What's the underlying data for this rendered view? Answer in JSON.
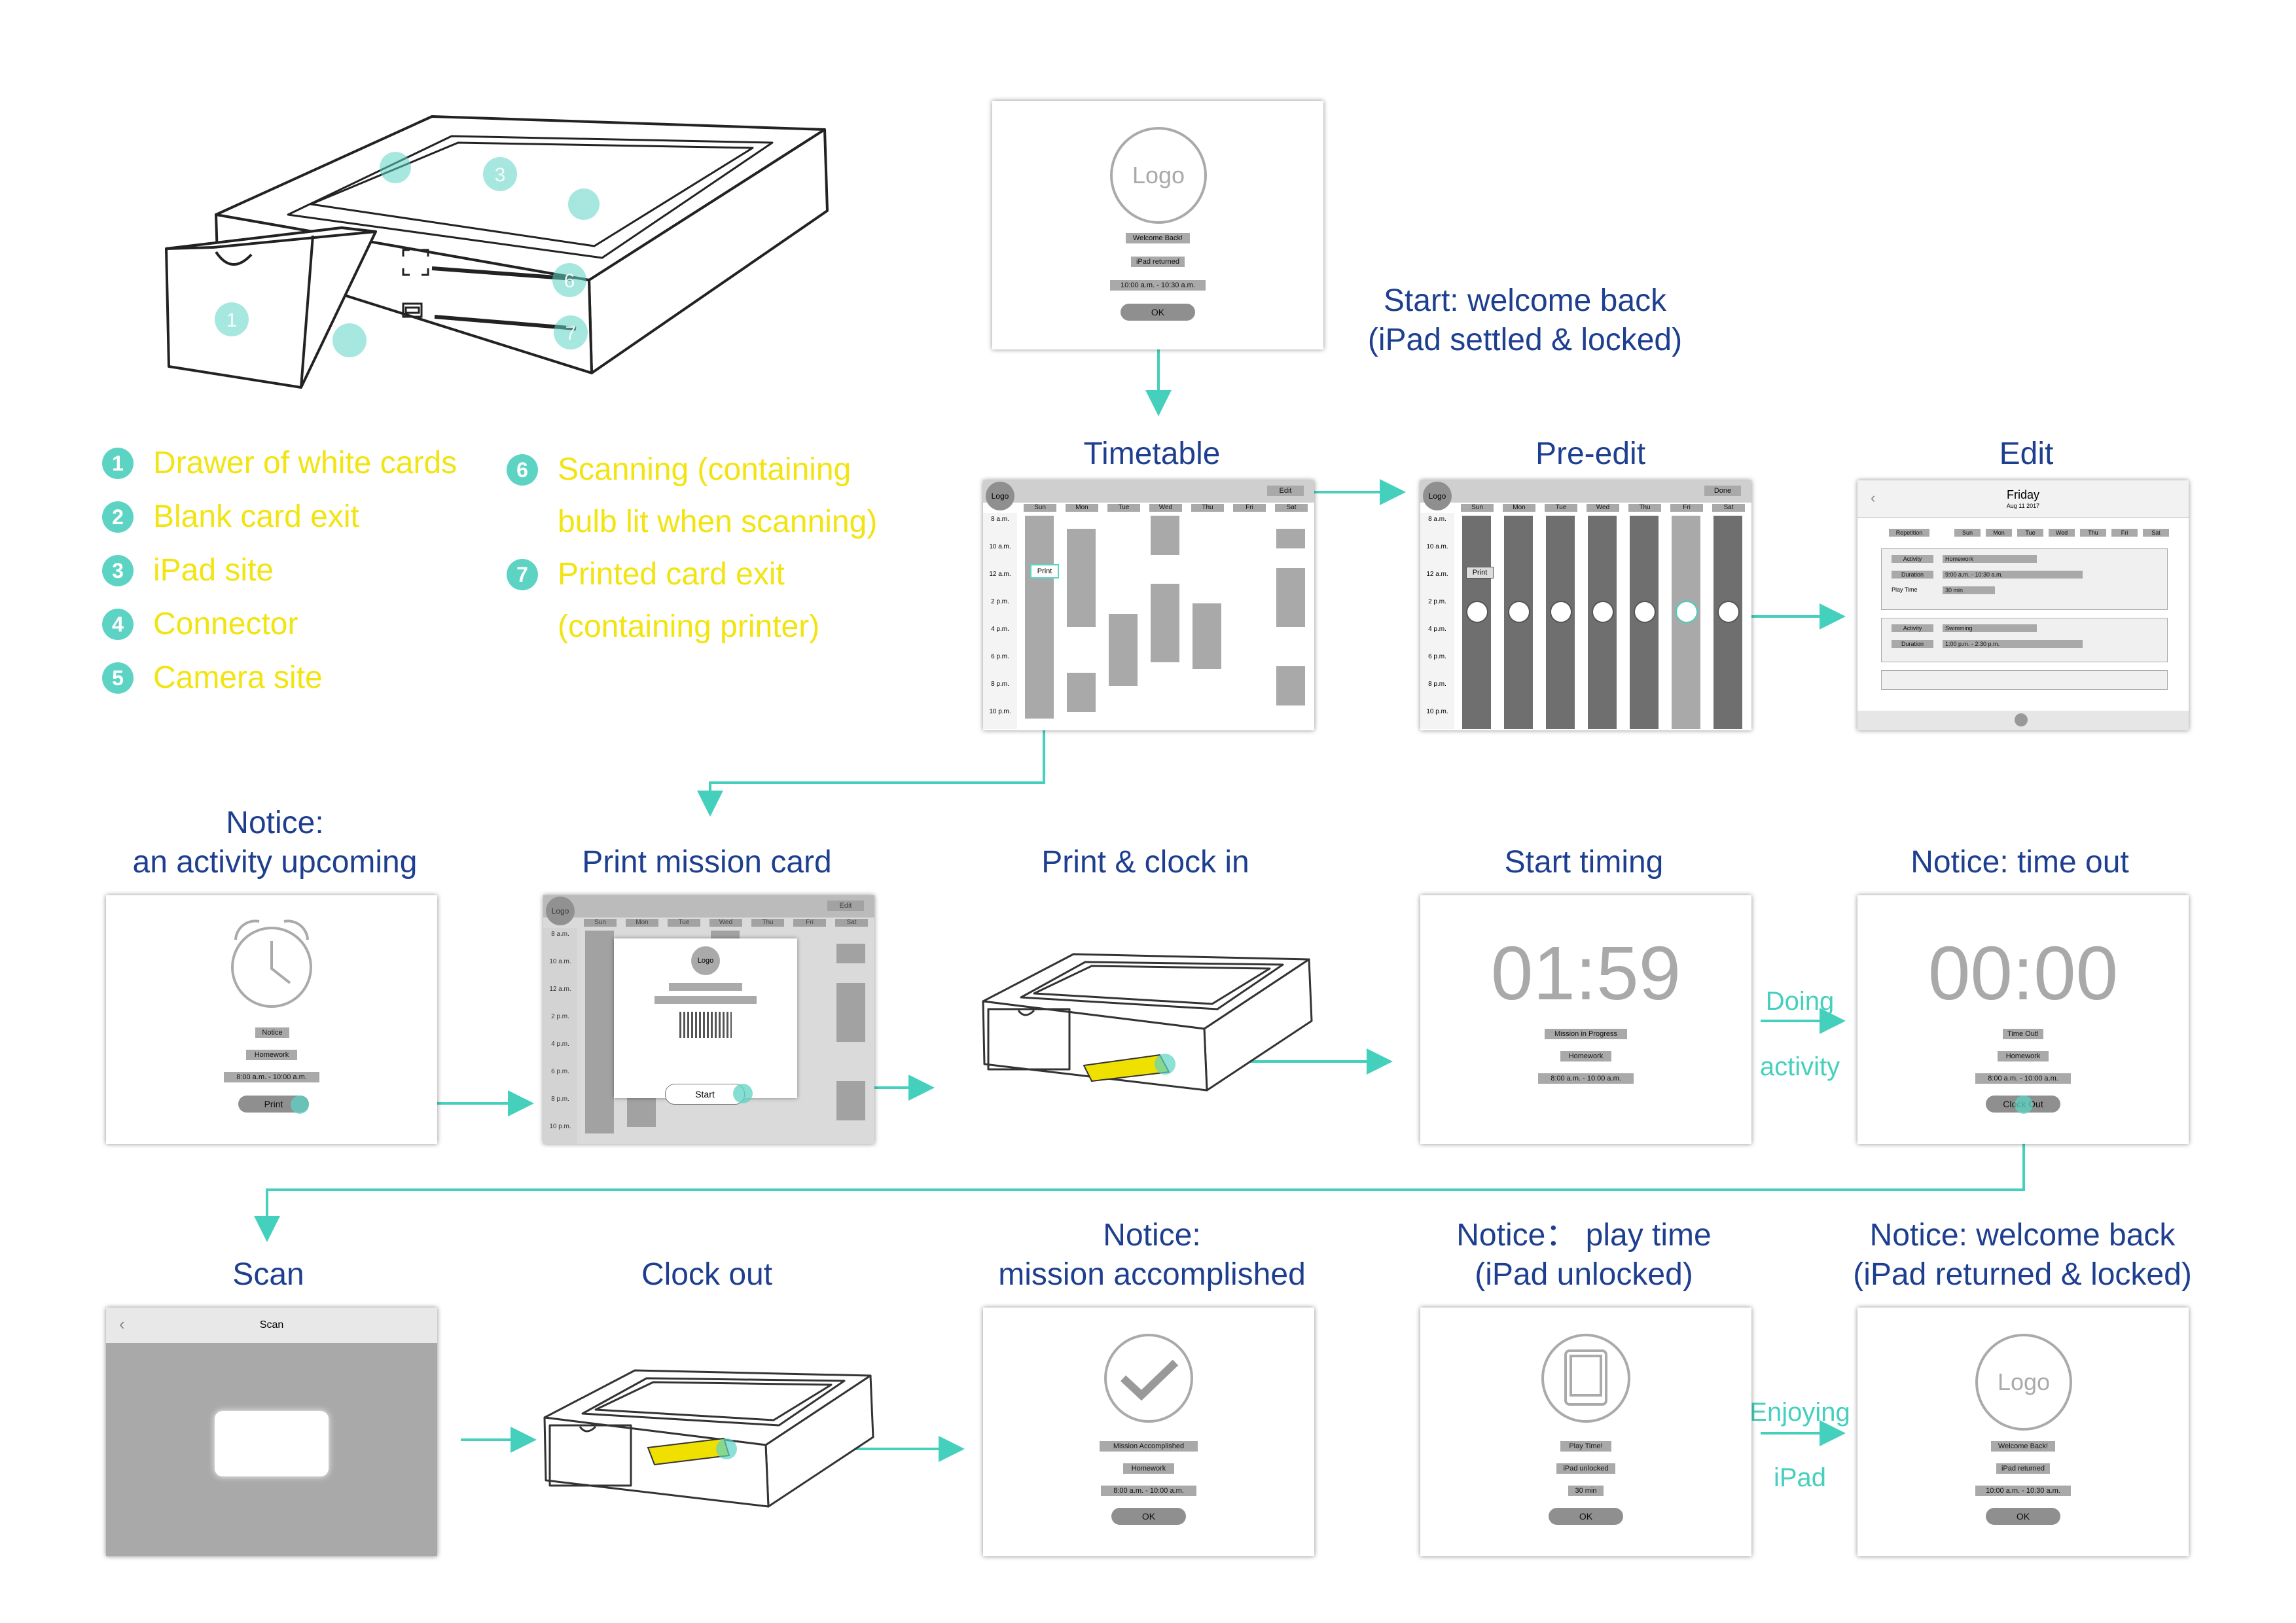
{
  "legend": [
    {
      "num": "1",
      "label": "Drawer of white cards"
    },
    {
      "num": "2",
      "label": "Blank card exit"
    },
    {
      "num": "3",
      "label": "iPad site"
    },
    {
      "num": "4",
      "label": "Connector"
    },
    {
      "num": "5",
      "label": "Camera site"
    },
    {
      "num": "6",
      "label": "Scanning (containing bulb lit when scanning)"
    },
    {
      "num": "7",
      "label": "Printed card exit (containing printer)"
    }
  ],
  "steps": {
    "start": "Start: welcome back\n(iPad settled & locked)",
    "timetable": "Timetable",
    "preedit": "Pre-edit",
    "edit": "Edit",
    "notice_upcoming": "Notice:\nan activity upcoming",
    "print_card": "Print mission card",
    "print_clock": "Print & clock in",
    "start_timing": "Start timing",
    "timeout": "Notice: time out",
    "scan": "Scan",
    "clock_out": "Clock out",
    "accomplished": "Notice:\nmission accomplished",
    "play_time": "Notice： play time\n(iPad unlocked)",
    "welcome_returned": "Notice: welcome back\n(iPad returned & locked)"
  },
  "flow_labels": {
    "doing": "Doing\nactivity",
    "enjoying": "Enjoying\niPad"
  },
  "screens": {
    "welcome": {
      "logo": "Logo",
      "l1": "Welcome Back!",
      "l2": "iPad returned",
      "l3": "10:00 a.m. - 10:30 a.m.",
      "btn": "OK"
    },
    "timetable": {
      "logo": "Logo",
      "edit": "Edit",
      "done": "Done",
      "print": "Print",
      "start": "Start",
      "days": [
        "Sun",
        "Mon",
        "Tue",
        "Wed",
        "Thu",
        "Fri",
        "Sat"
      ],
      "times": [
        "8 a.m.",
        "10 a.m.",
        "12 a.m.",
        "2 p.m.",
        "4 p.m.",
        "6 p.m.",
        "8 p.m.",
        "10 p.m."
      ]
    },
    "edit": {
      "day": "Friday",
      "date": "Aug 11 2017",
      "rep": "Repetition",
      "activity": "Activity",
      "duration": "Duration",
      "playtime": "Play Time",
      "act1": "Homework",
      "dur1": "9:00 a.m. - 10:30 a.m.",
      "pt1": "30 min",
      "act2": "Swimming",
      "dur2": "1:00 p.m. - 2:30 p.m."
    },
    "upcoming": {
      "l1": "Notice",
      "l2": "Homework",
      "l3": "8:00 a.m. - 10:00 a.m.",
      "btn": "Print"
    },
    "timing": {
      "time": "01:59",
      "l1": "Mission in Progress",
      "l2": "Homework",
      "l3": "8:00 a.m. - 10:00 a.m."
    },
    "timeout": {
      "time": "00:00",
      "l1": "Time Out!",
      "l2": "Homework",
      "l3": "8:00 a.m. - 10:00 a.m.",
      "btn": "Clock Out"
    },
    "scan": {
      "title": "Scan"
    },
    "accomplished": {
      "l1": "Mission Accomplished",
      "l2": "Homework",
      "l3": "8:00 a.m. - 10:00 a.m.",
      "btn": "OK"
    },
    "play": {
      "l1": "Play Time!",
      "l2": "iPad unlocked",
      "l3": "30 min",
      "btn": "OK"
    }
  },
  "colors": {
    "accent": "#45d0bd",
    "title": "#1e3f8f",
    "legend": "#f2e411",
    "card": "#f0e000"
  }
}
